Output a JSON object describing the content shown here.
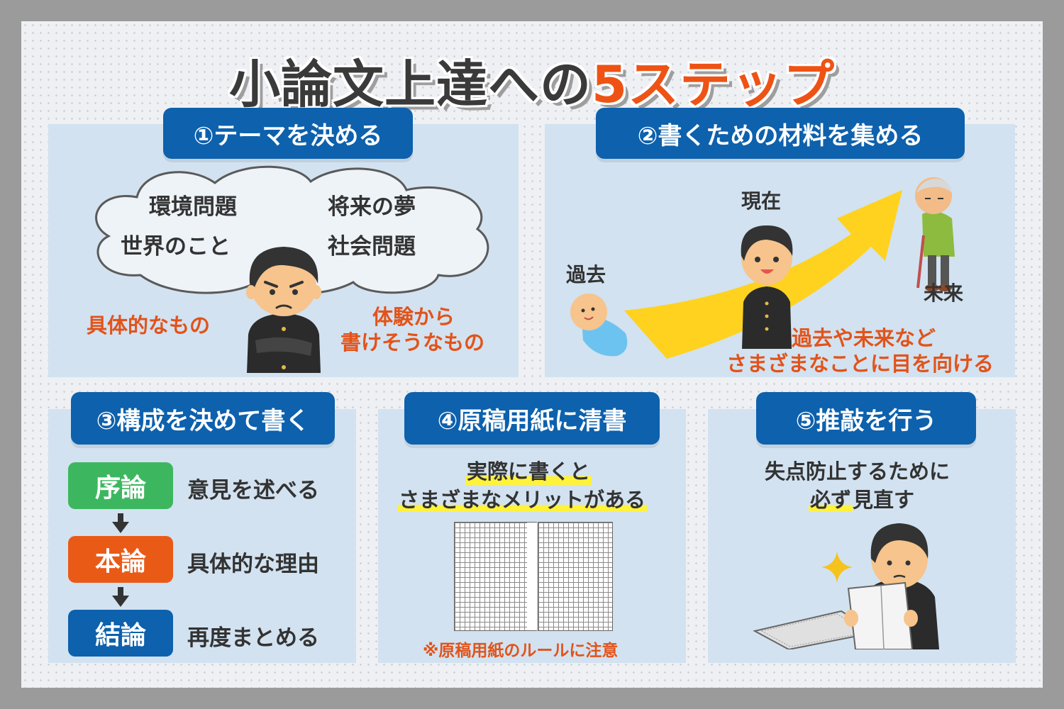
{
  "title": {
    "main": "小論文上達への",
    "accent": "5ステップ"
  },
  "colors": {
    "tag_blue": "#0d61ad",
    "accent_orange": "#e2531a",
    "intro_green": "#3cb75f",
    "body_orange": "#ea5a17",
    "conclusion_blue": "#0d61ad",
    "highlight_yellow": "#fff23a",
    "panel": "#d2e2f0"
  },
  "step1": {
    "label": "①テーマを決める",
    "cloud_items": [
      "環境問題",
      "将来の夢",
      "世界のこと",
      "社会問題"
    ],
    "note_left": "具体的なもの",
    "note_right": [
      "体験から",
      "書けそうなもの"
    ]
  },
  "step2": {
    "label": "②書くための材料を集める",
    "past": "過去",
    "present": "現在",
    "future": "未来",
    "note": [
      "過去や未来など",
      "さまざまなことに目を向ける"
    ]
  },
  "step3": {
    "label": "③構成を決めて書く",
    "rows": [
      {
        "name": "序論",
        "desc": "意見を述べる"
      },
      {
        "name": "本論",
        "desc": "具体的な理由"
      },
      {
        "name": "結論",
        "desc": "再度まとめる"
      }
    ],
    "arrow_icon": "arrow-down-icon"
  },
  "step4": {
    "label": "④原稿用紙に清書",
    "text": [
      "実際に書くと",
      "さまざまなメリットがある"
    ],
    "note": "※原稿用紙のルールに注意"
  },
  "step5": {
    "label": "⑤推敲を行う",
    "text_line1": "失点防止するために",
    "text_line2_mark": "必ず",
    "text_line2_rest": "見直す",
    "sparkle_icon": "sparkle-icon"
  }
}
